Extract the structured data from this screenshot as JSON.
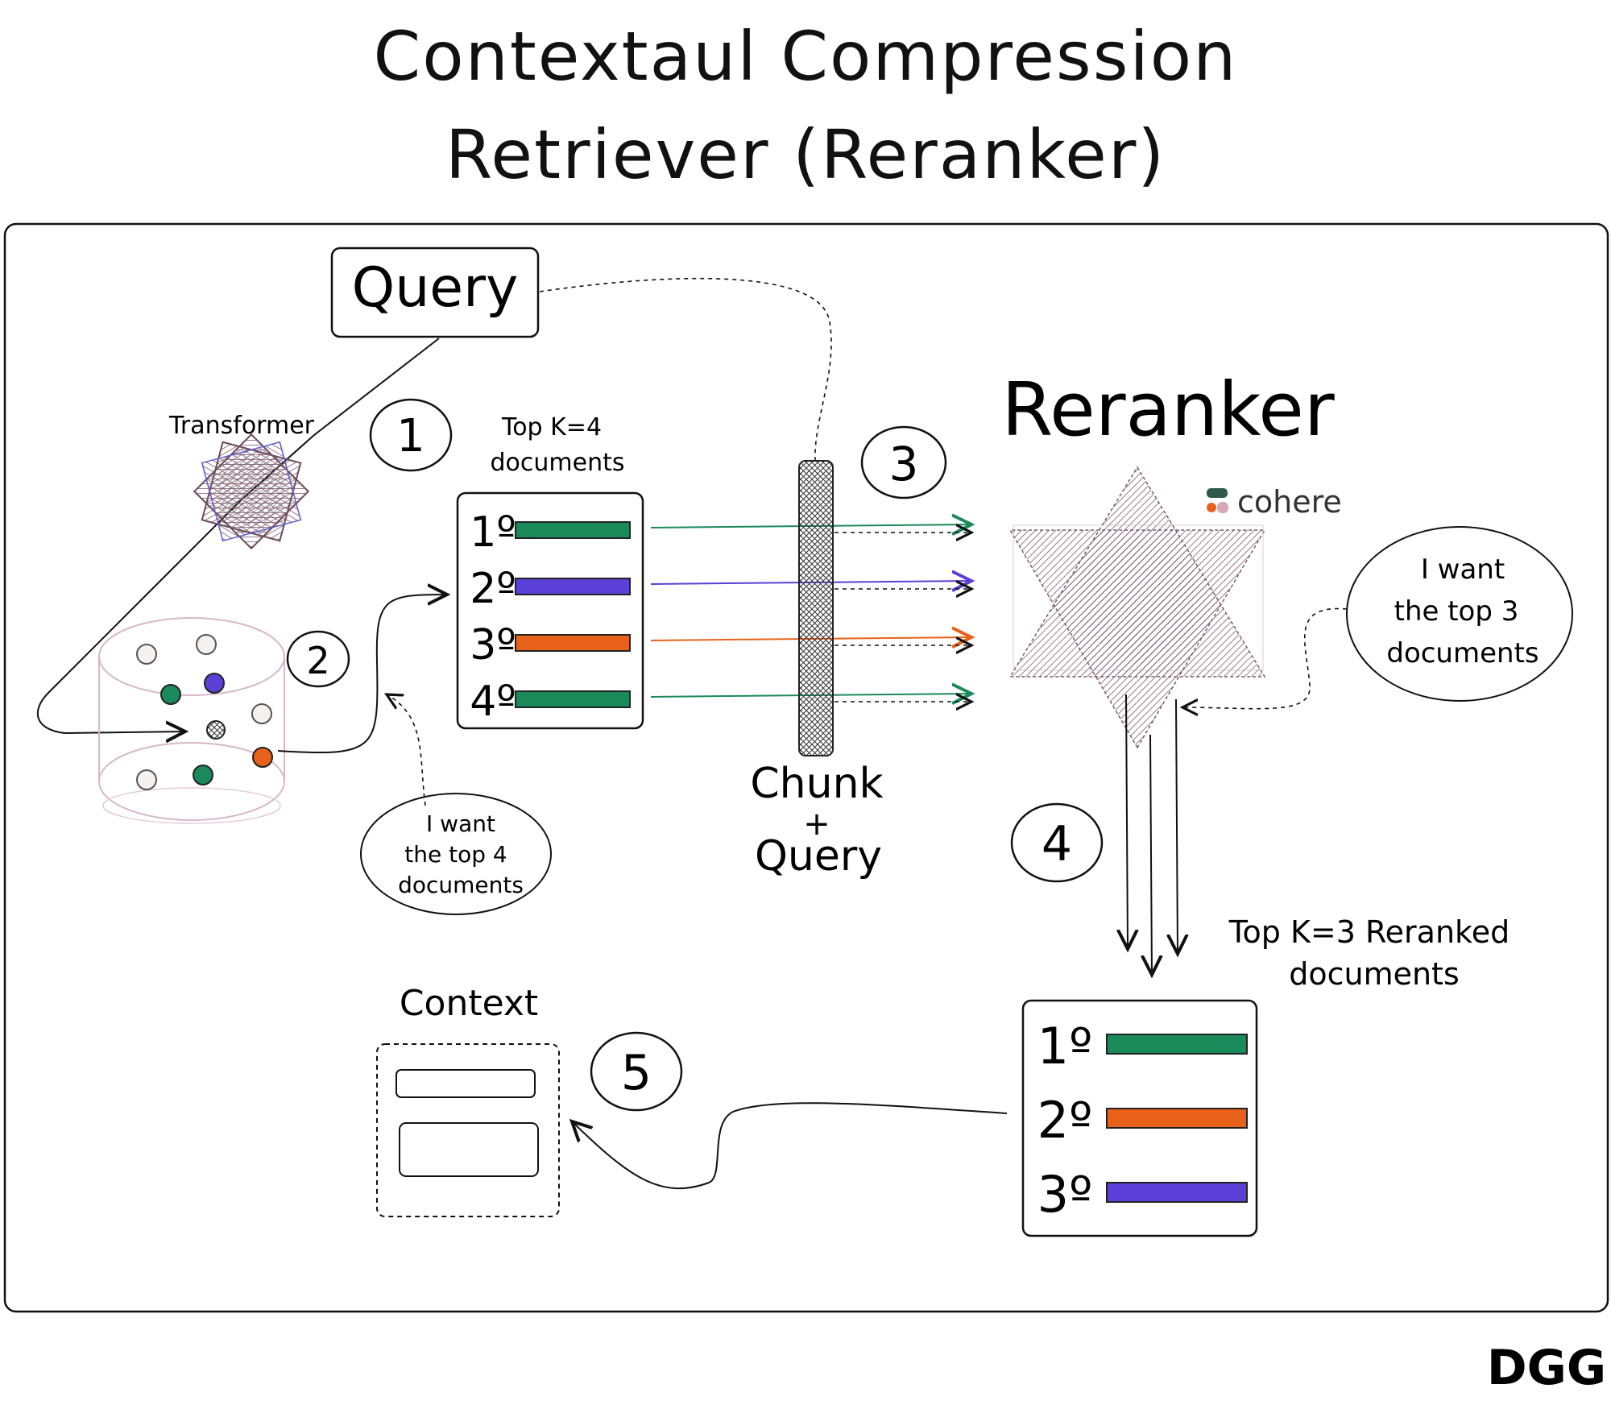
{
  "title": {
    "line1": "Contextaul Compression",
    "line2": "Retriever (Reranker)"
  },
  "query_box": {
    "label": "Query"
  },
  "transformer": {
    "label": "Transformer"
  },
  "step_badges": [
    "1",
    "2",
    "3",
    "4",
    "5"
  ],
  "top_k4": {
    "caption_line1": "Top K=4",
    "caption_line2": "documents",
    "ranks": [
      "1º",
      "2º",
      "3º",
      "4º"
    ],
    "bar_colors": [
      "#1b8a5a",
      "#5b3fd6",
      "#e8611a",
      "#1b8a5a"
    ]
  },
  "bubble_left": {
    "line1": "I want",
    "line2": "the top 4",
    "line3": "documents"
  },
  "chunk_query": {
    "line1": "Chunk",
    "line2": "+",
    "line3": "Query"
  },
  "reranker": {
    "title": "Reranker",
    "brand": "cohere"
  },
  "bubble_right": {
    "line1": "I want",
    "line2": "the top 3",
    "line3": "documents"
  },
  "top_k3": {
    "caption_line1": "Top K=3 Reranked",
    "caption_line2": "documents",
    "ranks": [
      "1º",
      "2º",
      "3º"
    ],
    "bar_colors": [
      "#1b8a5a",
      "#e8611a",
      "#5b3fd6"
    ]
  },
  "context": {
    "label": "Context"
  },
  "signature": "DGG",
  "colors": {
    "green": "#1b8a5a",
    "purple": "#5b3fd6",
    "orange": "#e8611a",
    "ink": "#111111",
    "mauve": "#7a5a6a"
  }
}
